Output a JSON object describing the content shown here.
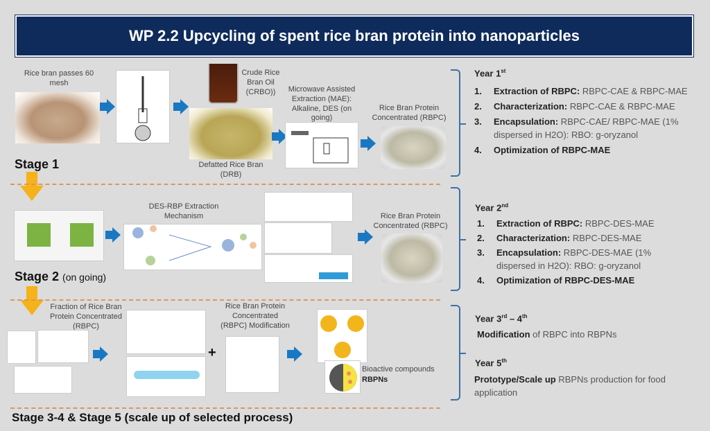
{
  "title": "WP 2.2 Upcycling of spent rice bran protein into nanoparticles",
  "stage1": {
    "rice_bran_label": "Rice bran passes 60 mesh",
    "crbo_label": "Crude Rice Bran Oil (CRBO))",
    "drb_label": "Defatted Rice Bran (DRB)",
    "mae_label": "Microwave Assisted Extraction (MAE): Alkaline, DES (on going)",
    "rbpc_label": "Rice Bran Protein Concentrated (RBPC)",
    "stage_label": "Stage 1"
  },
  "stage2": {
    "mechanism_label": "DES-RBP Extraction Mechanism",
    "rbpc_label": "Rice Bran Protein Concentrated (RBPC)",
    "stage_label": "Stage 2",
    "stage_note": "(on going)"
  },
  "stage3": {
    "fraction_label": "Fraction of Rice Bran Protein Concentrated (RBPC)",
    "plus": "+",
    "modification_label": "Rice Bran Protein Concentrated (RBPC) Modification",
    "bioactive_label": "Bioactive compounds",
    "rbpns_label": "RBPNs",
    "stage_label": "Stage 3-4 & Stage 5",
    "stage_note": "(scale up of selected process)"
  },
  "year1": {
    "label": "Year 1",
    "sup": "st",
    "items": [
      {
        "n": "1.",
        "bold": "Extraction of RBPC:",
        "text": " RBPC-CAE & RBPC-MAE"
      },
      {
        "n": "2.",
        "bold": "Characterization:",
        "text": " RBPC-CAE & RBPC-MAE"
      },
      {
        "n": "3.",
        "bold": "Encapsulation:",
        "text": "  RBPC-CAE/ RBPC-MAE (1% dispersed in H2O): RBO: g-oryzanol"
      },
      {
        "n": "4.",
        "bold": "Optimization of RBPC-MAE",
        "text": ""
      }
    ]
  },
  "year2": {
    "label": "Year 2",
    "sup": "nd",
    "items": [
      {
        "n": "1.",
        "bold": "Extraction of RBPC:",
        "text": " RBPC-DES-MAE"
      },
      {
        "n": "2.",
        "bold": "Characterization:",
        "text": " RBPC-DES-MAE"
      },
      {
        "n": "3.",
        "bold": "Encapsulation:",
        "text": "  RBPC-DES-MAE (1% dispersed in H2O): RBO: g-oryzanol"
      },
      {
        "n": "4.",
        "bold": "Optimization of RBPC-DES-MAE",
        "text": ""
      }
    ]
  },
  "year34": {
    "label": "Year 3",
    "sup": "rd",
    "sep": " – 4",
    "sup2": "th",
    "bold": "Modification",
    "text": " of RBPC into RBPNs"
  },
  "year5": {
    "label": "Year 5",
    "sup": "th",
    "bold": "Prototype/Scale up",
    "text": " RBPNs production for food application"
  }
}
